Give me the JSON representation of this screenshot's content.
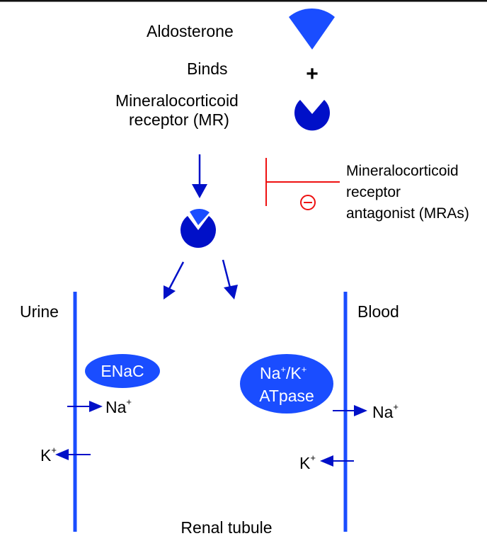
{
  "colors": {
    "membrane": "#1a4dff",
    "aldosterone": "#1a4dff",
    "receptor": "#0010c8",
    "arrow": "#0010c8",
    "inhibitor": "#ee1111",
    "ellipse": "#1a4dff",
    "text": "#000000"
  },
  "labels": {
    "aldosterone": "Aldosterone",
    "binds": "Binds",
    "plus": "+",
    "mr_line1": "Mineralocorticoid",
    "mr_line2": "receptor (MR)",
    "mra_line1": "Mineralocorticoid",
    "mra_line2": "receptor",
    "mra_line3": "antagonist (MRAs)",
    "urine": "Urine",
    "blood": "Blood",
    "enac": "ENaC",
    "pump_line1_na": "Na",
    "pump_line1_sup1": "+",
    "pump_line1_slash": "/K",
    "pump_line1_sup2": "+",
    "pump_line2": "ATpase",
    "na": "Na",
    "k": "K",
    "plus_sup": "+",
    "renal_tubule": "Renal tubule"
  }
}
